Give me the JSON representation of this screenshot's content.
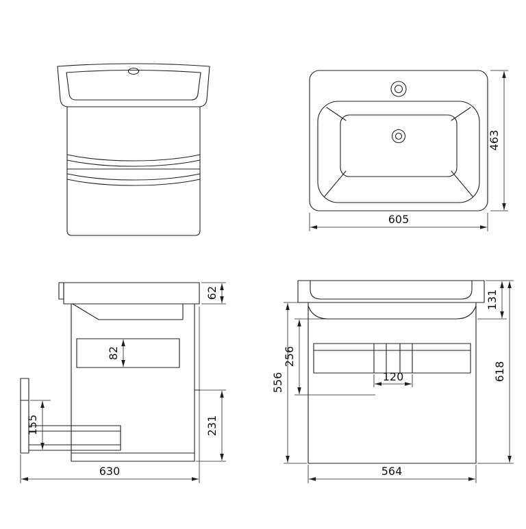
{
  "drawing": {
    "background": "#ffffff",
    "line_color": "#1f1f1f",
    "views": {
      "plan": {
        "width": "605",
        "depth": "463"
      },
      "side": {
        "basin_height": "62",
        "drawer_clearance": "82",
        "bracket_offset": "155",
        "lower_front_height": "231",
        "total_depth": "630"
      },
      "elevation": {
        "top_section": "131",
        "mid_section": "256",
        "cabinet_height": "556",
        "trap_cutout_width": "120",
        "total_height": "618",
        "cabinet_width": "564"
      }
    }
  }
}
